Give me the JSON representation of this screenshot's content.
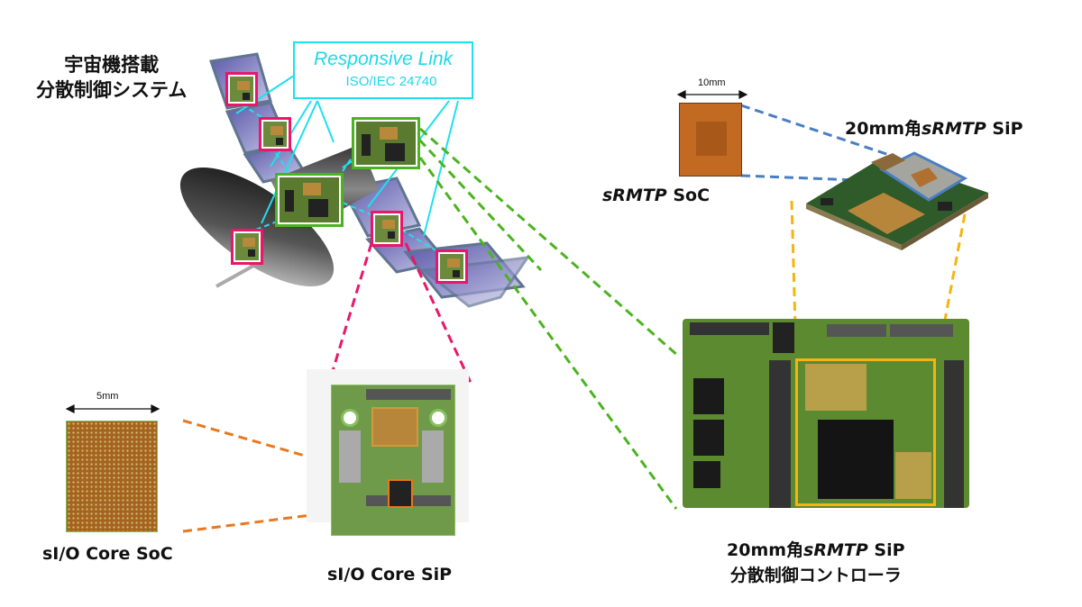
{
  "system_label": {
    "line1": "宇宙機搭載",
    "line2": "分散制御システム"
  },
  "responsive_link": {
    "title": "Responsive Link",
    "standard": "ISO/IEC 24740"
  },
  "srmtp_soc": {
    "dimension": "10mm",
    "label_italic": "sRMTP",
    "label_rest": " SoC"
  },
  "srmtp_sip_20mm": {
    "label_prefix": "20mm角",
    "label_italic": "sRMTP",
    "label_rest": " SiP"
  },
  "sio_core_soc": {
    "dimension": "5mm",
    "label": "sI/O Core SoC"
  },
  "sio_core_sip": {
    "label": "sI/O Core SiP"
  },
  "controller": {
    "label_prefix": "20mm角",
    "label_italic": "sRMTP",
    "label_rest": " SiP",
    "label_line2": "分散制御コントローラ"
  },
  "colors": {
    "link_cyan": "#1fe0ee",
    "sio_pink": "#e8176a",
    "controller_green": "#4cb320",
    "soc_orange": "#e8781e",
    "srmtp_blue": "#4a7ec4",
    "sip_yellow": "#f5b40f"
  }
}
